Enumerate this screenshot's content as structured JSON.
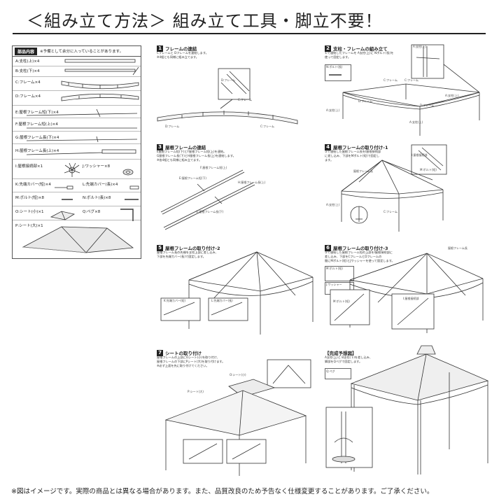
{
  "header": {
    "title": "＜組み立て方法＞ 組み立て工具・脚立不要！"
  },
  "parts": {
    "tag": "部品内容",
    "note": "※予備として余分に入っていることがあります。",
    "items": [
      {
        "label": "A:支柱(上)×4"
      },
      {
        "label": "B:支柱(下)×4"
      },
      {
        "label": "C:フレーム×4"
      },
      {
        "label": "D:フレーム×4"
      },
      {
        "label": "E:屋根フレーム短(下)×4"
      },
      {
        "label": "F:屋根フレーム短(上)×4"
      },
      {
        "label": "G:屋根フレーム長(下)×4"
      },
      {
        "label": "H:屋根フレーム長(上)×4"
      },
      {
        "label": "I:屋根接続部×1",
        "label2": "J:ワッシャー×8"
      },
      {
        "label": "K:先端カバー(短)×4",
        "label2": "L:先端カバー(長)×4"
      },
      {
        "label": "M:ボルト(短)×8",
        "label2": "N:ボルト(長)×8"
      },
      {
        "label": "O:シート(小)×1",
        "label2": "Q:ペグ×8"
      },
      {
        "label": "P:シート(大)×1"
      }
    ]
  },
  "steps": [
    {
      "num": "1",
      "title": "フレームの連結",
      "desc": "Cフレームと Dフレームを連結します。\n※4組とも同様に組み立てます。"
    },
    {
      "num": "2",
      "title": "支柱・フレームの組み立て",
      "desc": "①で連結したフレームを A支柱(上)に Nボルト(長)を\n使って固定します。"
    },
    {
      "num": "3",
      "title": "屋根フレームの連結",
      "desc": "E屋根フレーム短(下)とF屋根フレーム短(上)を連結。\nG屋根フレーム長(下)とH屋根フレーム長(上)を連結します。\n※各4組とも同様に組み立てます。"
    },
    {
      "num": "4",
      "title": "屋根フレームの取り付け-1",
      "desc": "③で連結した屋根フレーム長をI屋根接続部\nに差し込み、下部をMボルト(短)で固定し\nます。"
    },
    {
      "num": "5",
      "title": "屋根フレームの取り付け-2",
      "desc": "屋根フレーム長の先端を支柱上部に差し込み、\n下部を先端カバー(長)で固定します。"
    },
    {
      "num": "6",
      "title": "屋根フレームの取り付け-3",
      "desc": "③で連結した屋根フレーム短の上部をI屋根接続部に\n差し込み、下部をCフレームとDフレームの\n間にMボルト(短)とJワッシャーを使って固定します。"
    },
    {
      "num": "7",
      "title": "シートの取り付け",
      "desc": "屋根フレームの上部にOシート(小)を取り付け、\n屋根フレームの下部にPシート(大)を取り付けます。\n※必ず上面を先に取り付けてください。"
    }
  ],
  "completed": {
    "title": "【完成予想図】",
    "desc": "A支柱(上)と B支柱(下)を差し込み、\n脚部をQペグで固定します。"
  },
  "labels": {
    "c_frame": "C:フレーム",
    "d_frame": "D:フレーム",
    "a_post": "A:支柱(上)",
    "n_bolt": "N:ボルト(長)",
    "i_joint": "I:屋根接続部",
    "m_bolt": "M:ボルト(短)",
    "j_washer": "J:ワッシャー",
    "k_cover": "K:先端カバー(短)",
    "l_cover": "L:先端カバー(長)",
    "o_sheet": "O:シート(小)",
    "p_sheet": "P:シート(大)",
    "q_peg": "Q:ペグ",
    "e_frame": "E:屋根フレーム短(下)",
    "f_frame": "F:屋根フレーム短(上)",
    "g_frame": "G:屋根フレーム長(下)",
    "h_frame": "H:屋根フレーム長(上)",
    "roof_frame_long": "屋根フレーム長",
    "roof_frame_short": "屋根フレーム短"
  },
  "footer": {
    "text": "※図はイメージです。実際の商品とは異なる場合があります。また、品質改良のため予告なく仕様変更することがあります。ご了承ください。"
  }
}
